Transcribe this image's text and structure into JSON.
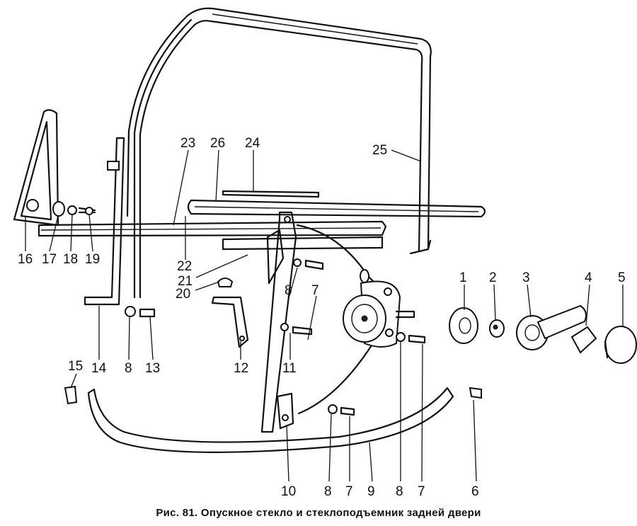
{
  "caption": "Рис. 81. Опускное стекло и стеклоподъемник задней двери",
  "labels": [
    "1",
    "2",
    "3",
    "4",
    "5",
    "6",
    "7",
    "7",
    "7",
    "8",
    "8",
    "8",
    "8",
    "9",
    "10",
    "11",
    "12",
    "13",
    "14",
    "15",
    "16",
    "17",
    "18",
    "19",
    "20",
    "21",
    "22",
    "23",
    "24",
    "25",
    "26"
  ]
}
